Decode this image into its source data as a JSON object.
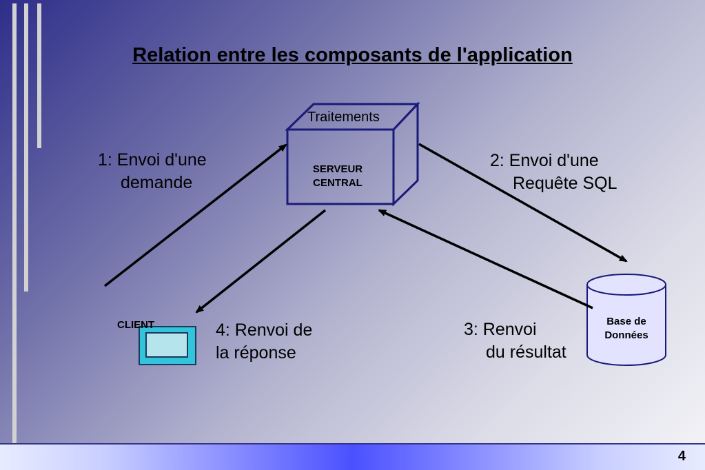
{
  "title": "Relation entre les composants de l'application",
  "server": {
    "top_label": "Traitements",
    "name_line1": "SERVEUR",
    "name_line2": "CENTRAL"
  },
  "client": {
    "label": "CLIENT"
  },
  "database": {
    "line1": "Base de",
    "line2": "Données"
  },
  "steps": [
    {
      "line1": "1: Envoi d'une",
      "line2": "demande"
    },
    {
      "line1": "2: Envoi d'une",
      "line2": "Requête SQL"
    },
    {
      "line1": "3: Renvoi",
      "line2": "du résultat"
    },
    {
      "line1": "4: Renvoi de",
      "line2": "la réponse"
    }
  ],
  "page_number": "4",
  "colors": {
    "server_stroke": "#1a1a7a",
    "client_fill": "#33c4dc",
    "database_fill": "#e3e3ff",
    "footer_accent": "#4b50ff"
  }
}
